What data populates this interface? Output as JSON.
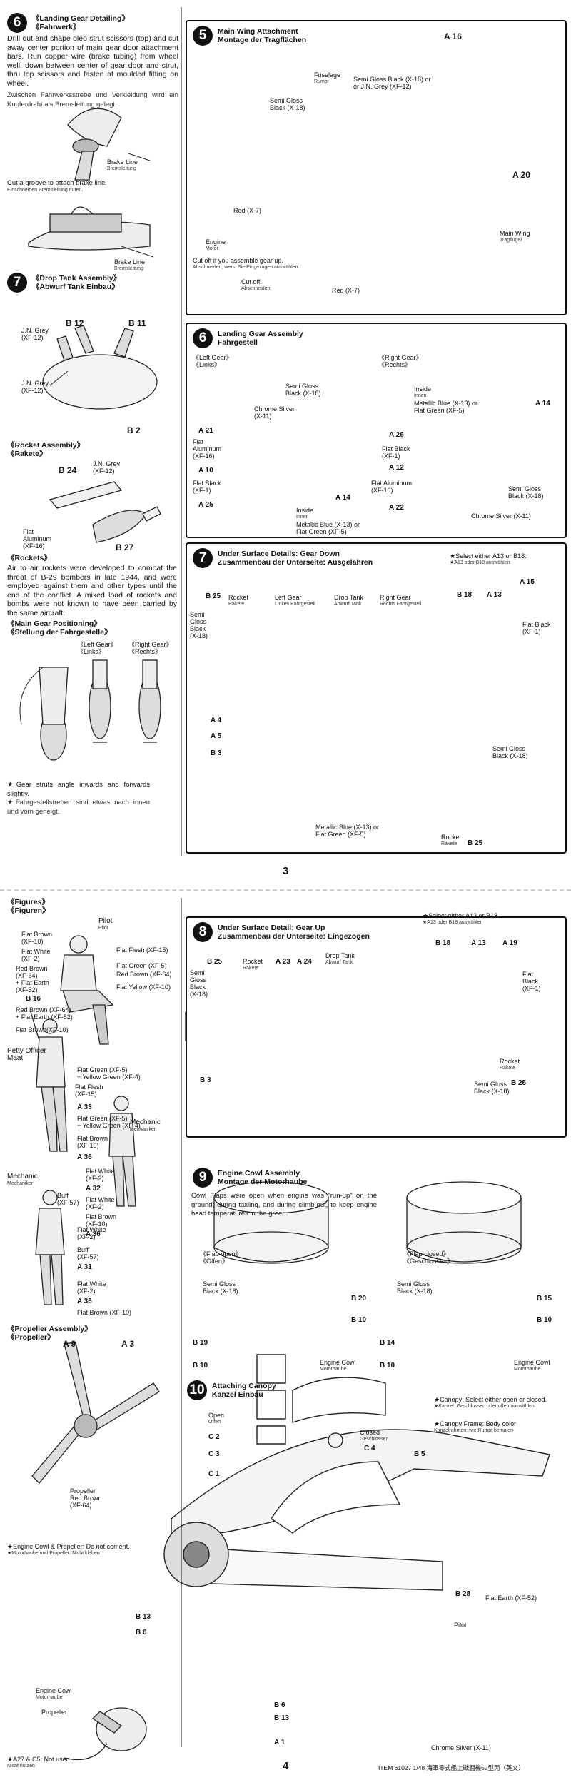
{
  "page3": {
    "page_number": "3",
    "s6a": {
      "num": "6",
      "title": "《Landing Gear Detailing》",
      "title_de": "《Fahrwerk》",
      "text_en": "Drill out and shape oleo strut scissors (top) and cut away center portion of main gear door attachment bars. Run copper wire (brake tubing) from wheel well, down between center of gear door and strut, thru top scissors and fasten at moulded fitting on wheel.",
      "text_de": "Zwischen Fahrwerksstrebe und Verkleidung wird ein Kupferdraht als Bremsleitung gelegt.",
      "brake_line": "Brake Line",
      "brake_line_de": "Bremsleitung",
      "groove_en": "Cut a groove to attach brake line.",
      "groove_de": "Einschneiden Bremsleitung nuten.",
      "brake_line2": "Brake Line",
      "brake_line2_de": "Bremsleitung"
    },
    "s7a": {
      "num": "7",
      "title": "《Drop Tank Assembly》",
      "title_de": "《Abwurf Tank Einbau》",
      "jn_grey_1": "J.N. Grey",
      "jn_grey_1_code": "(XF-12)",
      "jn_grey_2": "J.N. Grey",
      "jn_grey_2_code": "(XF-12)",
      "b12": "B 12",
      "b11": "B 11",
      "b2": "B 2",
      "rocket_title": "《Rocket Assembly》",
      "rocket_title_de": "《Rakete》",
      "b24": "B 24",
      "jn_grey_3": "J.N. Grey",
      "jn_grey_3_code": "(XF-12)",
      "flat_aluminum": "Flat",
      "flat_aluminum_2": "Aluminum",
      "flat_aluminum_code": "(XF-16)",
      "b27": "B 27",
      "rockets_title": "《Rockets》",
      "rockets_text": "Air to air rockets were developed to combat the threat of B-29 bombers in late 1944, and were employed against them and other types until the end of the conflict. A mixed load of rockets and bombs were not known to have been carried by the same aircraft.",
      "maingear_title": "《Main Gear Positioning》",
      "maingear_title_de": "《Stellung der Fahrgestelle》",
      "left_gear": "《Left Gear》",
      "left_gear_de": "《Links》",
      "right_gear": "《Right Gear》",
      "right_gear_de": "《Rechts》",
      "note_en": "★Gear struts angle inwards and forwards slightly.",
      "note_de": "★Fahrgestellstreben sind etwas nach innen und vorn geneigt."
    },
    "s5": {
      "num": "5",
      "title": "Main Wing Attachment",
      "title_de": "Montage der Tragflächen",
      "a16": "A 16",
      "fuselage": "Fuselage",
      "fuselage_de": "Rumpf",
      "sg_black_jn": "Semi Gloss Black (X-18) or",
      "sg_black_jn2": "or J.N. Grey (XF-12)",
      "semi_gloss": "Semi Gloss",
      "black_x18": "Black (X-18)",
      "a20": "A 20",
      "red_x7": "Red (X-7)",
      "engine": "Engine",
      "engine_de": "Motor",
      "cutoff_en": "Cut off if you assemble gear up.",
      "cutoff_de": "Abschneiden, wenn Sie Eingezogen auswählen.",
      "cut_off": "Cut off.",
      "cut_off_de": "Abschneiden",
      "red_x7_2": "Red (X-7)",
      "main_wing": "Main Wing",
      "main_wing_de": "Tragflügel"
    },
    "s6b": {
      "num": "6",
      "title": "Landing Gear Assembly",
      "title_de": "Fahrgestell",
      "left_gear": "《Left Gear》",
      "left_gear_de": "《Links》",
      "right_gear": "《Right Gear》",
      "right_gear_de": "《Rechts》",
      "sg_black_l": "Semi Gloss",
      "sg_black_l2": "Black (X-18)",
      "chrome_silver": "Chrome Silver",
      "chrome_silver_code": "(X-11)",
      "a21": "A 21",
      "flat_alu": "Flat",
      "flat_alu_2": "Aluminum",
      "flat_alu_code": "(XF-16)",
      "a10": "A 10",
      "flat_black": "Flat Black",
      "flat_black_code": "(XF-1)",
      "a25": "A 25",
      "a14_l": "A 14",
      "inside": "Inside",
      "inside_de": "Innen",
      "metallic_blue": "Metallic Blue (X-13) or",
      "flat_green": "Flat Green (XF-5)",
      "inside_r": "Inside",
      "inside_r_de": "Innen",
      "metallic_blue_r": "Metallic Blue (X-13) or",
      "flat_green_r": "Flat Green (XF-5)",
      "a14_r": "A 14",
      "a26": "A 26",
      "flat_black_r": "Flat Black",
      "flat_black_r_code": "(XF-1)",
      "a12": "A 12",
      "flat_alu_r": "Flat Aluminum",
      "flat_alu_r_code": "(XF-16)",
      "a22": "A 22",
      "sg_black_r": "Semi Gloss",
      "sg_black_r2": "Black (X-18)",
      "chrome_silver_r": "Chrome Silver (X-11)"
    },
    "s7b": {
      "num": "7",
      "title": "Under Surface Details: Gear Down",
      "title_de": "Zusammenbau der Unterseite: Ausgelahren",
      "select_note": "★Select either A13 or B18.",
      "select_note_de": "★A13 oder B18 auswählen",
      "b25": "B 25",
      "rocket": "Rocket",
      "rocket_de": "Rakete",
      "left_gear": "Left Gear",
      "left_gear_de": "Linkes Fahrgestell",
      "drop_tank": "Drop Tank",
      "drop_tank_de": "Abwurf Tank",
      "right_gear": "Right Gear",
      "right_gear_de": "Rechts Fahrgestell",
      "b18": "B 18",
      "a13": "A 13",
      "a15": "A 15",
      "semi_gloss": "Semi",
      "semi_gloss_2": "Gloss",
      "semi_gloss_3": "Black",
      "semi_gloss_code": "(X-18)",
      "flat_black": "Flat Black",
      "flat_black_code": "(XF-1)",
      "a4": "A 4",
      "a5": "A 5",
      "b3": "B 3",
      "sg_black": "Semi Gloss",
      "sg_black2": "Black (X-18)",
      "metallic_blue": "Metallic Blue (X-13) or",
      "flat_green": "Flat Green (XF-5)",
      "rocket2": "Rocket",
      "rocket2_de": "Rakete",
      "b25_2": "B 25"
    }
  },
  "page4": {
    "page_number": "4",
    "item": "ITEM 61027  1/48 海軍零式艦上戦闘機52型丙（英文）",
    "figures": {
      "title": "《Figures》",
      "title_de": "《Figuren》",
      "pilot": "Pilot",
      "pilot_de": "Pilot",
      "flat_brown": "Flat Brown",
      "flat_brown_code": "(XF-10)",
      "flat_white": "Flat White",
      "flat_white_code": "(XF-2)",
      "red_brown": "Red Brown",
      "red_brown_code": "(XF-64)",
      "flat_earth": "+ Flat Earth",
      "flat_earth_code": "(XF-52)",
      "b16": "B 16",
      "red_brown_fe": "Red Brown (XF-64)",
      "red_brown_fe2": "+ Flat Earth (XF-52)",
      "flat_brown_2": "Flat Brown(XF-10)",
      "flat_flesh": "Flat Flesh (XF-15)",
      "flat_green": "Flat Green (XF-5)",
      "red_brown_r": "Red Brown (XF-64)",
      "flat_yellow": "Flat Yellow (XF-10)",
      "petty_officer": "Petty Officer",
      "petty_officer_de": "Maat",
      "fg_yg": "Flat Green (XF-5)",
      "fg_yg2": "+ Yellow Green (XF-4)",
      "flat_flesh_2": "Flat Flesh",
      "flat_flesh_2_code": "(XF-15)",
      "a33": "A 33",
      "fg_yg3": "Flat Green (XF-5)",
      "fg_yg4": "+ Yellow Green (XF-4)",
      "flat_brown_3": "Flat Brown",
      "flat_brown_3_code": "(XF-10)",
      "a36": "A 36",
      "mechanic": "Mechanic",
      "mechanic_de": "Mechaniker",
      "mechanic2": "Mechanic",
      "mechanic2_de": "Mechaniker",
      "flat_white_m": "Flat White",
      "flat_white_m_code": "(XF-2)",
      "a32": "A 32",
      "flat_white_m2": "Flat White",
      "flat_white_m2_code": "(XF-2)",
      "flat_brown_m": "Flat Brown",
      "flat_brown_m_code": "(XF-10)",
      "a36_2": "A 36",
      "buff": "Buff",
      "buff_code": "(XF-57)",
      "flat_white_m3": "Flat White",
      "flat_white_m3_code": "(XF-2)",
      "buff2": "Buff",
      "buff2_code": "(XF-57)",
      "a31": "A 31",
      "flat_white_m4": "Flat White",
      "flat_white_m4_code": "(XF-2)",
      "a36_3": "A 36",
      "flat_brown_m2": "Flat Brown (XF-10)"
    },
    "propeller": {
      "title": "《Propeller Assembly》",
      "title_de": "《Propeller》",
      "a9": "A 9",
      "a3": "A 3",
      "propeller": "Propeller",
      "red_brown": "Red Brown",
      "red_brown_code": "(XF-64)",
      "note_en": "★Engine Cowl & Propeller: Do not cement.",
      "note_de": "★Motorhaube und Propeller: Nicht kleben",
      "engine_cowl": "Engine Cowl",
      "engine_cowl_de": "Motorhaube",
      "propeller2": "Propeller",
      "not_used": "★A27 & C5: Not used.",
      "not_used_de": "Nicht nützen"
    },
    "s8": {
      "num": "8",
      "title": "Under Surface Detail: Gear Up",
      "title_de": "Zusammenbau der Unterseite: Eingezogen",
      "select_note": "★Select either A13 or B18.",
      "select_note_de": "★A13 oder B18 auswählen",
      "b25": "B 25",
      "rocket": "Rocket",
      "rocket_de": "Rakete",
      "a23": "A 23",
      "a24": "A 24",
      "drop_tank": "Drop Tank",
      "drop_tank_de": "Abwurf Tank",
      "b18": "B 18",
      "a13": "A 13",
      "a19": "A 19",
      "semi": "Semi",
      "gloss": "Gloss",
      "black": "Black",
      "code": "(X-18)",
      "flat_black": "Flat",
      "flat_black2": "Black",
      "flat_black_code": "(XF-1)",
      "b3": "B 3",
      "rocket2": "Rocket",
      "rocket2_de": "Rakete",
      "sg_black": "Semi Gloss",
      "sg_black2": "Black (X-18)",
      "b25_2": "B 25"
    },
    "s9": {
      "num": "9",
      "title": "Engine Cowl Assembly",
      "title_de": "Montage der Motorhaube",
      "text": "Cowl Flaps were open when engine was \"run-up\" on the ground; during taxiing, and during climb-out, to keep engine head temperatures in the green.",
      "flap_open": "《Flap-open》",
      "flap_open_de": "《Offen》",
      "flap_closed": "《Flap-closed》",
      "flap_closed_de": "《Geschlossen》",
      "sg_l": "Semi Gloss",
      "sg_l2": "Black (X-18)",
      "b20": "B 20",
      "b10_l": "B 10",
      "b19": "B 19",
      "b10_l2": "B 10",
      "engine_cowl_l": "Engine Cowl",
      "engine_cowl_l_de": "Motorhaube",
      "sg_r": "Semi Gloss",
      "sg_r2": "Black (X-18)",
      "b15": "B 15",
      "b10_r": "B 10",
      "b14": "B 14",
      "b10_r2": "B 10",
      "engine_cowl_r": "Engine Cowl",
      "engine_cowl_r_de": "Motorhaube"
    },
    "s10": {
      "num": "10",
      "title": "Attaching Canopy",
      "title_de": "Kanzel Einbau",
      "open": "Open",
      "open_de": "Offen",
      "closed": "Closed",
      "closed_de": "Geschlossen",
      "c2": "C 2",
      "c3": "C 3",
      "c1": "C 1",
      "c4": "C 4",
      "b5": "B 5",
      "canopy_note": "★Canopy: Select either open or closed.",
      "canopy_note_de": "★Kanzel: Geschlossen oder offen auswählen",
      "canopy_frame": "★Canopy Frame: Body color",
      "canopy_frame_de": "Kanzelrahmen: wie Rumpf bemalen",
      "b13": "B 13",
      "b6": "B 6",
      "b28": "B 28",
      "flat_earth": "Flat Earth (XF-52)",
      "pilot": "Pilot",
      "b6_2": "B 6",
      "b13_2": "B 13",
      "a1": "A 1",
      "chrome_silver": "Chrome Silver (X-11)"
    }
  }
}
